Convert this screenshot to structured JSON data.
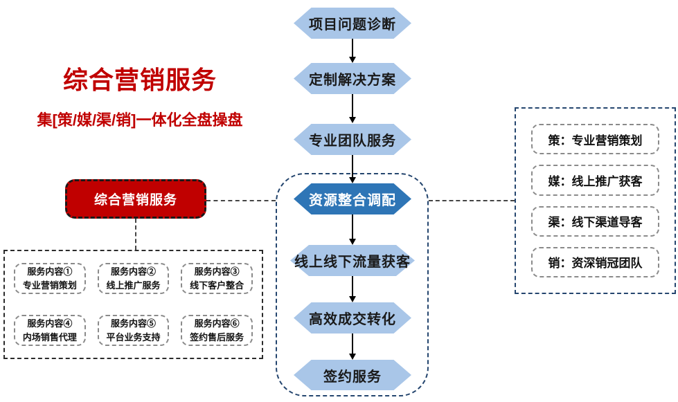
{
  "header": {
    "title": "综合营销服务",
    "subtitle": "集[策/媒/渠/销]一体化全盘操盘"
  },
  "summary_node": {
    "label": "综合营销服务"
  },
  "flow": {
    "steps": [
      {
        "label": "项目问题诊断",
        "emphasis": false
      },
      {
        "label": "定制解决方案",
        "emphasis": false
      },
      {
        "label": "专业团队服务",
        "emphasis": false
      },
      {
        "label": "资源整合调配",
        "emphasis": true
      },
      {
        "label": "线上线下流量获客",
        "emphasis": false
      },
      {
        "label": "高效成交转化",
        "emphasis": false
      },
      {
        "label": "签约服务",
        "emphasis": false
      }
    ]
  },
  "services": {
    "items": [
      {
        "line1": "服务内容①",
        "line2": "专业营销策划"
      },
      {
        "line1": "服务内容②",
        "line2": "线上推广服务"
      },
      {
        "line1": "服务内容③",
        "line2": "线下客户整合"
      },
      {
        "line1": "服务内容④",
        "line2": "内场销售代理"
      },
      {
        "line1": "服务内容⑤",
        "line2": "平台业务支持"
      },
      {
        "line1": "服务内容⑥",
        "line2": "签约售后服务"
      }
    ]
  },
  "legend": {
    "items": [
      {
        "label": "策：专业营销策划"
      },
      {
        "label": "媒：线上推广获客"
      },
      {
        "label": "渠：线下渠道导客"
      },
      {
        "label": "销：资深销冠团队"
      }
    ]
  },
  "colors": {
    "accent_red": "#C00000",
    "hex_light": "#A9C6E8",
    "hex_dark": "#2E75B6",
    "dash_navy": "#24456E",
    "connector_gray": "#444444"
  }
}
